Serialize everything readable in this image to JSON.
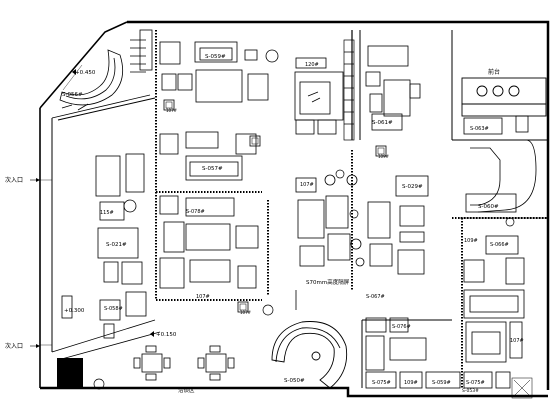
{
  "labels": {
    "elev_top": "+0.450",
    "elev_mid": "+0.300",
    "elev_low": "+0.150",
    "entrance_left_1": "次入口",
    "entrance_left_2": "次入口",
    "reception": "前台",
    "negotiation": "洽谈区",
    "platform": "S70mm高度隔屏"
  },
  "models": {
    "s056": "S-056#",
    "s059": "S-059#",
    "s061": "S-061#",
    "s060": "S-060#",
    "s057": "S-057#",
    "s029": "S-029#",
    "s078": "S-078#",
    "s021": "S-021#",
    "s058": "S-058#",
    "s063": "S-063#",
    "s066": "S-066#",
    "s076": "S-076#",
    "s075": "S-075#",
    "s050": "S-050#",
    "s059b": "S-059#",
    "s067": "S-067#",
    "s075b": "S-075#",
    "s053": "S-053#"
  },
  "codes": {
    "c120a": "120#",
    "c107a": "107#",
    "c115": "115#",
    "c107b": "107#",
    "c109a": "109#",
    "c107c": "107#",
    "c109b": "109#",
    "c107d": "107#",
    "c107e": "107#",
    "c109c": "109#"
  }
}
